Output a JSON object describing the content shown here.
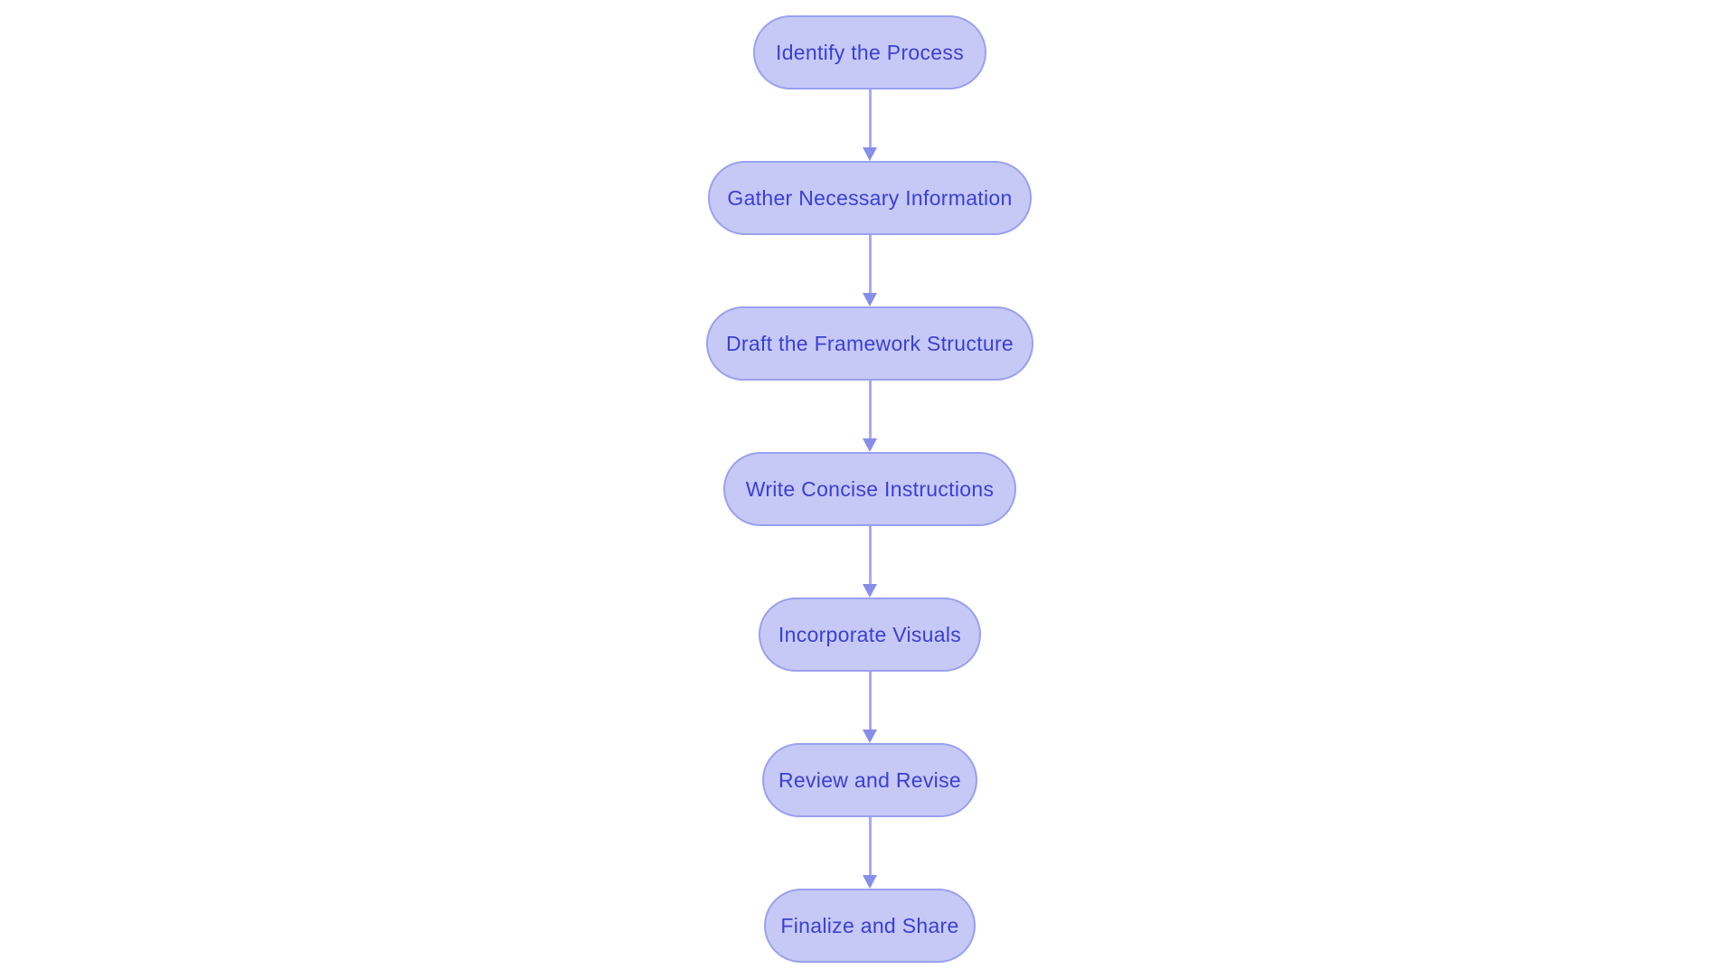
{
  "diagram": {
    "type": "flowchart",
    "direction": "top-down",
    "nodes": [
      {
        "id": "step-1",
        "label": "Identify the Process"
      },
      {
        "id": "step-2",
        "label": "Gather Necessary Information"
      },
      {
        "id": "step-3",
        "label": "Draft the Framework Structure"
      },
      {
        "id": "step-4",
        "label": "Write Concise Instructions"
      },
      {
        "id": "step-5",
        "label": "Incorporate Visuals"
      },
      {
        "id": "step-6",
        "label": "Review and Revise"
      },
      {
        "id": "step-7",
        "label": "Finalize and Share"
      }
    ],
    "edges": [
      {
        "from": "step-1",
        "to": "step-2"
      },
      {
        "from": "step-2",
        "to": "step-3"
      },
      {
        "from": "step-3",
        "to": "step-4"
      },
      {
        "from": "step-4",
        "to": "step-5"
      },
      {
        "from": "step-5",
        "to": "step-6"
      },
      {
        "from": "step-6",
        "to": "step-7"
      }
    ],
    "colors": {
      "background": "#ffffff",
      "node_fill": "#c6c9f5",
      "node_border": "#99a0f0",
      "node_text": "#3a3fd3",
      "arrow_stem": "#a5aaf0",
      "arrow_head": "#878ee9"
    }
  }
}
